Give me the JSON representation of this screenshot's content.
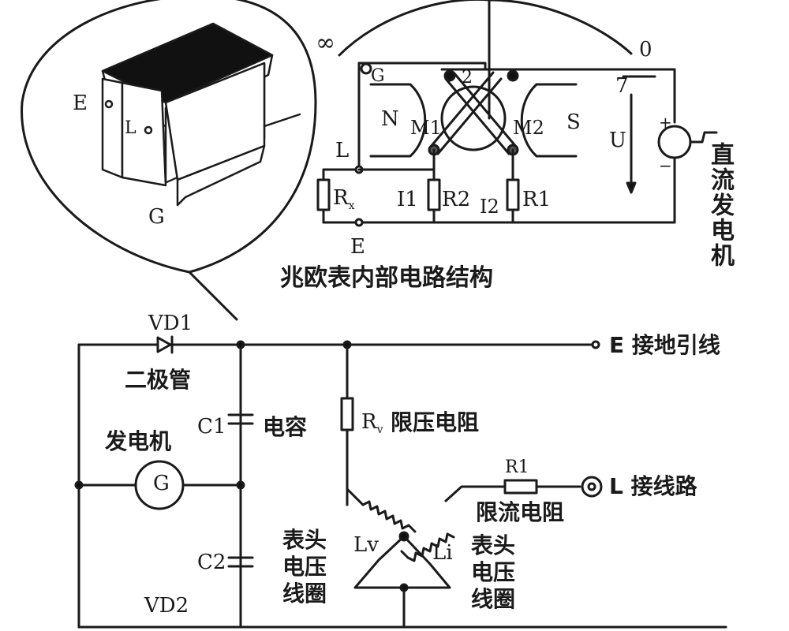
{
  "bubble": {
    "terminal_E": "E",
    "terminal_L": "L",
    "terminal_G": "G"
  },
  "meter": {
    "scale_infinity": "∞",
    "scale_zero": "0",
    "terminal_G": "G",
    "pole_N": "N",
    "pole_S": "S",
    "coil_M1": "M1",
    "coil_M2": "M2",
    "mark_2": "2",
    "mark_7": "7",
    "voltage_U": "U",
    "terminal_L": "L",
    "terminal_E": "E",
    "rx": "R",
    "rx_sub": "x",
    "i1": "I1",
    "r2": "R2",
    "i2": "I2",
    "r1": "R1",
    "plus": "+",
    "minus": "−",
    "dc_generator": "直流发电机",
    "caption": "兆欧表内部电路结构"
  },
  "circuit": {
    "vd1": "VD1",
    "vd2": "VD2",
    "diode_label": "二极管",
    "generator_label": "发电机",
    "generator_symbol": "G",
    "c1": "C1",
    "c2": "C2",
    "capacitor_label": "电容",
    "rv": "R",
    "rv_sub": "v",
    "rv_label": "限压电阻",
    "e_terminal": "E 接地引线",
    "r1": "R1",
    "r1_label": "限流电阻",
    "l_terminal": "L 接线路",
    "lv": "Lv",
    "li": "Li",
    "lv_label": "表头电压线圈",
    "li_label": "表头电压线圈"
  }
}
